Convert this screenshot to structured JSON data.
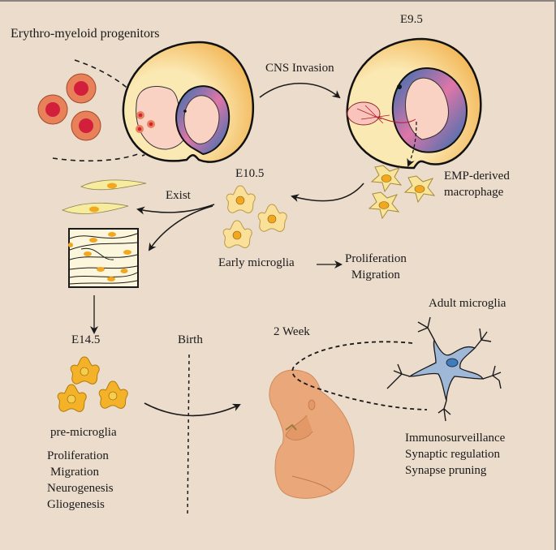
{
  "figure": {
    "type": "microglia-development-timeline",
    "colors": {
      "background": "#ecdccb",
      "text": "#1a1a1a",
      "emp_cell_outer": "#e8805a",
      "emp_cell_inner": "#d21f3c",
      "yolk_sac": "#fbe9b4",
      "yolk_sac_shade": "#f2b54a",
      "amnion_blue": "#2a6fb0",
      "amnion_pink": "#df76a8",
      "embryo_skin": "#f9d2c3",
      "macrophage": "#f8e59a",
      "macrophage_nucleus": "#f2a81e",
      "early_microglia": "#fbe09a",
      "pre_microglia": "#f3b228",
      "adult_microglia": "#9fb8d8",
      "infant": "#eaa77a"
    }
  },
  "labels": {
    "emp": "Erythro-myeloid progenitors",
    "cns_invasion": "CNS Invasion",
    "e9_5": "E9.5",
    "e10_5": "E10.5",
    "emp_macrophage_line1": "EMP-derived",
    "emp_macrophage_line2": "macrophage",
    "exist": "Exist",
    "early_microglia": "Early microglia",
    "early_functions": [
      "Proliferation",
      "Migration"
    ],
    "e14_5": "E14.5",
    "birth": "Birth",
    "two_week": "2 Week",
    "adult_microglia": "Adult microglia",
    "pre_microglia": "pre-microglia",
    "pre_functions": [
      "Proliferation",
      "Migration",
      "Neurogenesis",
      "Gliogenesis"
    ],
    "adult_functions": [
      "Immunosurveillance",
      "Synaptic regulation",
      "Synapse pruning"
    ]
  }
}
